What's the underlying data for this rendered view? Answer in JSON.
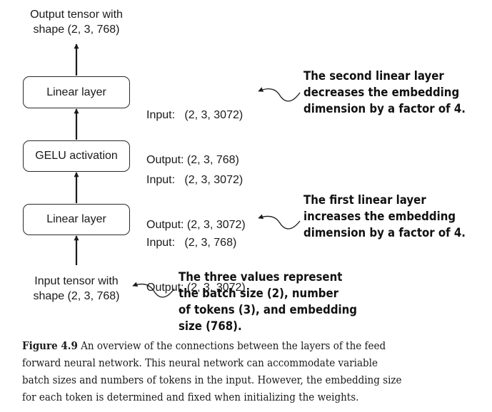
{
  "diagram": {
    "output_label": [
      "Output tensor with",
      "shape (2, 3, 768)"
    ],
    "input_label": [
      "Input tensor with",
      "shape (2, 3, 768)"
    ],
    "boxes": [
      {
        "label": "Linear layer",
        "io": [
          "Input:   (2, 3, 3072)",
          "Output: (2, 3, 768)"
        ]
      },
      {
        "label": "GELU activation",
        "io": [
          "Input:   (2, 3, 3072)",
          "Output: (2, 3, 3072)"
        ]
      },
      {
        "label": "Linear layer",
        "io": [
          "Input:   (2, 3, 768)",
          "Output: (2, 3, 3072)"
        ]
      }
    ],
    "notes": {
      "second_linear": [
        "The second linear layer",
        "decreases the embedding",
        "dimension by a factor of 4."
      ],
      "first_linear": [
        "The first linear layer",
        "increases the embedding",
        "dimension by a factor of 4."
      ],
      "input_values": [
        "The three values represent",
        "the batch size (2), number",
        "of tokens (3), and embedding",
        "size (768)."
      ]
    }
  },
  "caption": {
    "figure_number": "Figure 4.9",
    "lines": [
      "An overview of the connections between the layers of the feed",
      "forward neural network. This neural network can accommodate variable",
      "batch sizes and numbers of tokens in the input. However, the embedding size",
      "for each token is determined and fixed when initializing the weights."
    ]
  }
}
